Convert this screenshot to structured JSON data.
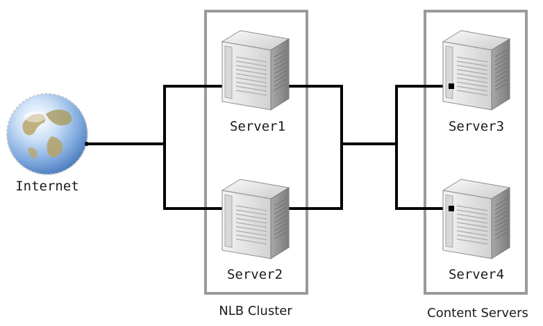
{
  "nodes": {
    "internet": {
      "label": "Internet",
      "icon": "globe-icon"
    },
    "server1": {
      "label": "Server1",
      "icon": "server-tower-icon"
    },
    "server2": {
      "label": "Server2",
      "icon": "server-tower-icon"
    },
    "server3": {
      "label": "Server3",
      "icon": "server-tower-icon"
    },
    "server4": {
      "label": "Server4",
      "icon": "server-tower-icon"
    }
  },
  "groups": {
    "nlb": {
      "label": "NLB Cluster"
    },
    "content": {
      "label": "Content Servers"
    }
  },
  "colors": {
    "group_border": "#9a9a9a",
    "connector": "#000000",
    "server_light": "#e6e6e6",
    "server_dark": "#8c8c8c",
    "globe_ocean": "#8fb8e6"
  }
}
